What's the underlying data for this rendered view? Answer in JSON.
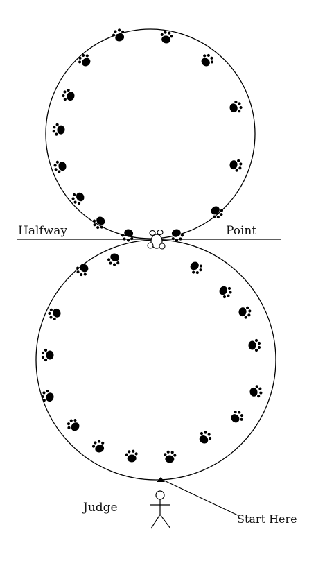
{
  "labels": {
    "halfway": "Halfway",
    "point": "Point",
    "judge": "Judge",
    "start_here": "Start Here"
  },
  "icons": {
    "paw_print": "paw-print-icon",
    "stick_figure": "stick-figure-icon",
    "start_arrow": "arrow-up-icon"
  },
  "colors": {
    "ink": "#000000",
    "background": "#ffffff"
  }
}
